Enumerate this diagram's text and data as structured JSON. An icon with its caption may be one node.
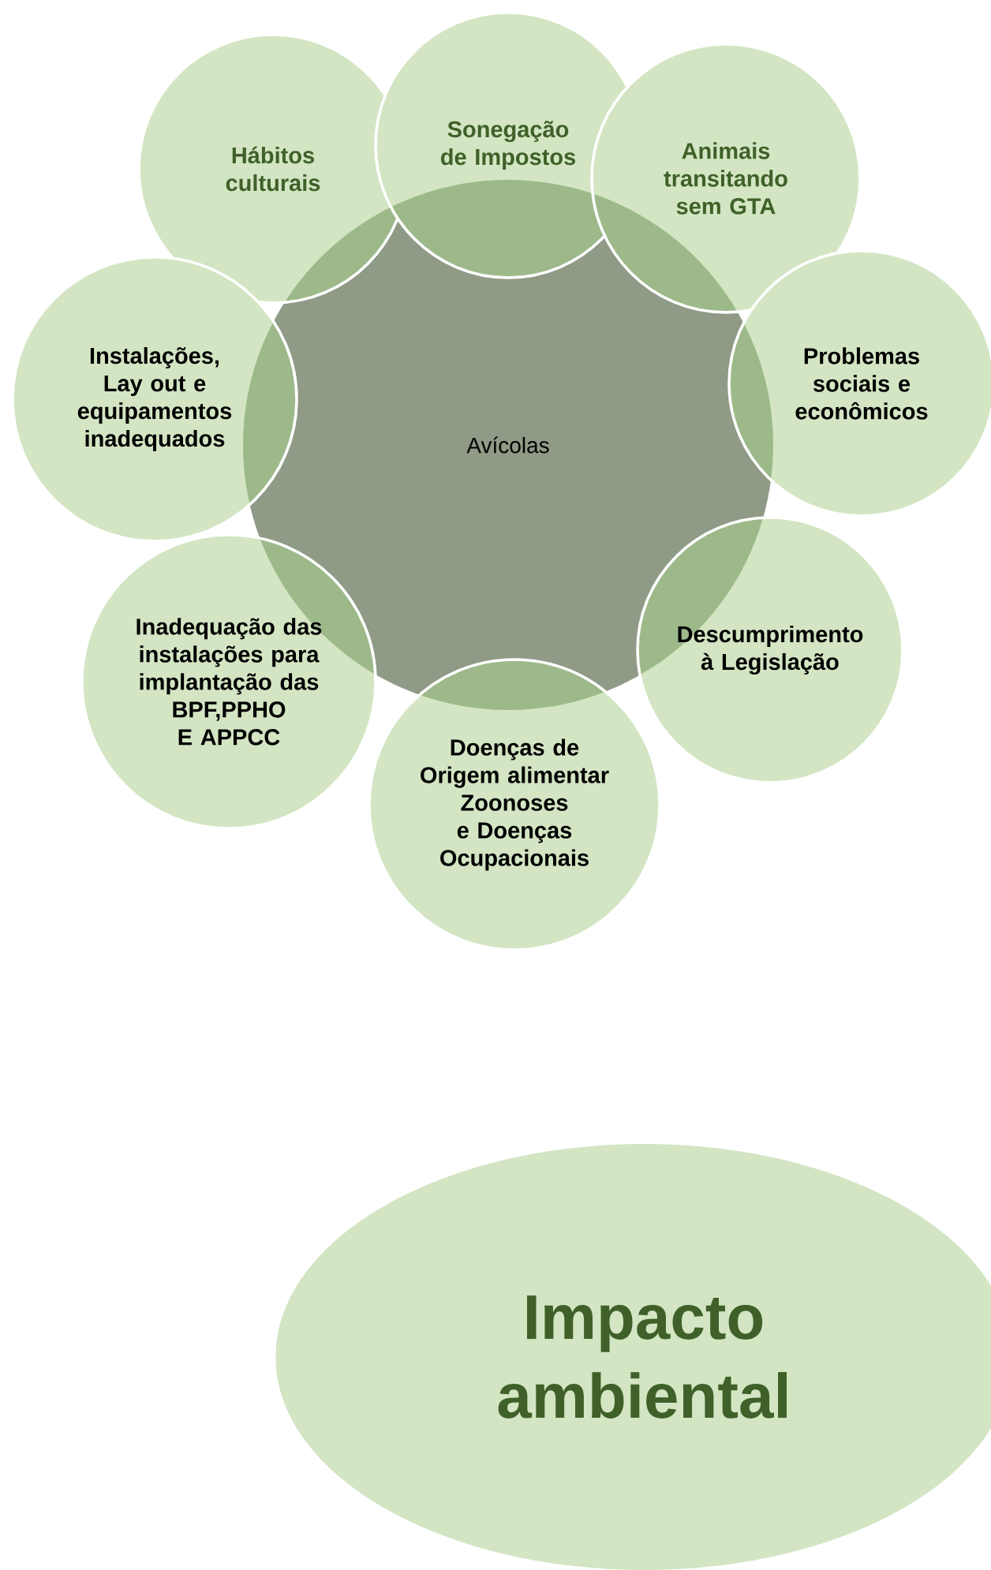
{
  "diagram": {
    "nodes": [
      {
        "text": [
          "Avícolas"
        ]
      },
      {
        "text": [
          "Hábitos culturais"
        ]
      },
      {
        "text": [
          "Sonegação de Impostos"
        ]
      },
      {
        "text": [
          "Animais transitando sem GTA"
        ]
      },
      {
        "text": [
          "Problemas sociais e econômicos"
        ]
      },
      {
        "text": [
          "Descumprimento à Legislação"
        ]
      },
      {
        "text": [
          "Doenças de Origem alimentar Zoonoses e Doenças Ocupacionais"
        ]
      },
      {
        "text": [
          "Inadequação das instalações para implantação das BPF,PPHO E APPCC"
        ]
      },
      {
        "text": [
          "Instalações, Lay out e equipamentos inadequados"
        ]
      },
      {
        "text": [
          "Impacto ambiental"
        ]
      }
    ]
  }
}
